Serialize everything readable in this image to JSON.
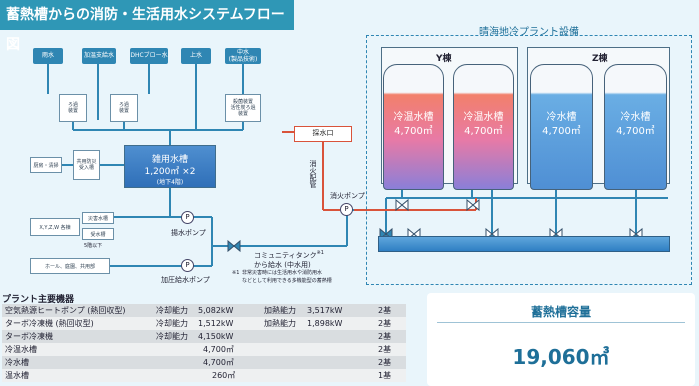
{
  "title": "蓄熱槽からの消防・生活用水システムフロー図",
  "sources": [
    "雨水",
    "加温支給水",
    "DHCブロー水",
    "上水",
    "中水\n(製品技術)"
  ],
  "processes": [
    "ろ過\n装置",
    "ろ過\n装置",
    "殺菌装置\n活性炭ろ過\n装置"
  ],
  "outputs": [
    "厨房・清掃",
    "X,Y,Z,W 各棟",
    "ホール、庭園、共用部"
  ],
  "right_boxes": [
    "災害水槽",
    "受水槽",
    "5階以下"
  ],
  "reserve_tank": "共用防災\n受入槽",
  "main_tank": {
    "name": "雑用水槽",
    "capacity": "1,200㎥ ×2",
    "location": "(地下4階)"
  },
  "labels": {
    "intake": "採水口",
    "fire_pipe": "消火配管",
    "fire_pump": "消火ポンプ",
    "water_pump": "揚水ポンプ",
    "booster_pump": "加圧給水ポンプ",
    "community_tank": "コミュニティタンク",
    "community_tank_mark": "※1",
    "community_supply": "から給水 (中水用)",
    "pump_symbol": "P",
    "note_mark": "※1",
    "note": "非常災害時には生活用水や消防用水\nなどとして利用できる多機能型の蓄熱槽"
  },
  "plant": {
    "title": "晴海地冷プラント設備",
    "buildings": [
      {
        "name": "Y棟",
        "tanks": [
          {
            "name": "冷温水槽",
            "volume": "4,700㎥"
          },
          {
            "name": "冷温水槽",
            "volume": "4,700㎥"
          }
        ]
      },
      {
        "name": "Z棟",
        "tanks": [
          {
            "name": "冷水槽",
            "volume": "4,700㎥"
          },
          {
            "name": "冷水槽",
            "volume": "4,700㎥"
          }
        ]
      }
    ]
  },
  "equipment": {
    "title": "プラント主要機器",
    "rows": [
      {
        "name": "空気熱源ヒートポンプ (熱回収型)",
        "cool_label": "冷却能力",
        "cool": "5,082kW",
        "heat_label": "加熱能力",
        "heat": "3,517kW",
        "count": "2基"
      },
      {
        "name": "ターボ冷凍機 (熱回収型)",
        "cool_label": "冷却能力",
        "cool": "1,512kW",
        "heat_label": "加熱能力",
        "heat": "1,898kW",
        "count": "2基"
      },
      {
        "name": "ターボ冷凍機",
        "cool_label": "冷却能力",
        "cool": "4,150kW",
        "heat_label": "",
        "heat": "",
        "count": "2基"
      },
      {
        "name": "冷温水槽",
        "cool_label": "",
        "cool": "4,700㎥",
        "heat_label": "",
        "heat": "",
        "count": "2基"
      },
      {
        "name": "冷水槽",
        "cool_label": "",
        "cool": "4,700㎥",
        "heat_label": "",
        "heat": "",
        "count": "2基"
      },
      {
        "name": "温水槽",
        "cool_label": "",
        "cool": "260㎥",
        "heat_label": "",
        "heat": "",
        "count": "1基"
      }
    ]
  },
  "capacity": {
    "title": "蓄熱槽容量",
    "value": "19,060㎥"
  },
  "colors": {
    "accent": "#2f97b6",
    "source_box": "#2f86b3",
    "warm_tank_top": "#f2806b",
    "cold_tank": "#5b9fd8",
    "intake_pipe": "#d9533a",
    "supply_pipe": "#2f86b3"
  }
}
